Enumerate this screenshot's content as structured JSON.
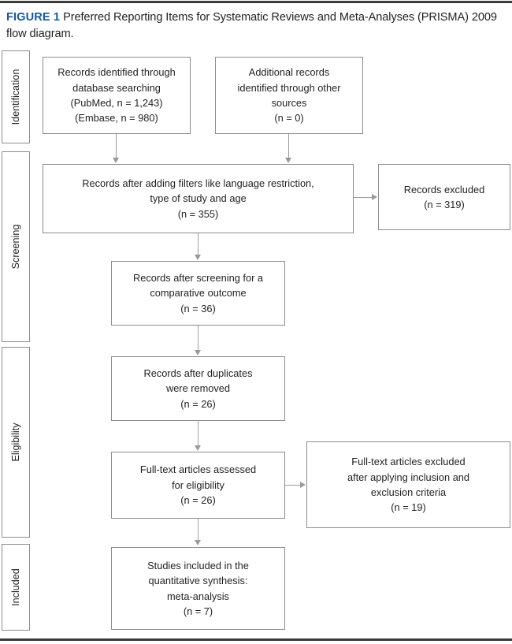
{
  "figure": {
    "number_label": "FIGURE 1",
    "caption": " Preferred Reporting Items for Systematic Reviews and Meta-Analyses (PRISMA) 2009 flow diagram.",
    "accent_color": "#1f5699",
    "line_color": "#8c8c8c",
    "text_color": "#231f20"
  },
  "phases": [
    {
      "id": "identification",
      "label": "Identification"
    },
    {
      "id": "screening",
      "label": "Screening"
    },
    {
      "id": "eligibility",
      "label": "Eligibility"
    },
    {
      "id": "included",
      "label": "Included"
    }
  ],
  "boxes": {
    "database_search": {
      "lines": [
        "Records identified through",
        "database searching",
        "(PubMed, n = 1,243)",
        "(Embase, n = 980)"
      ]
    },
    "other_sources": {
      "lines": [
        "Additional records",
        "identified through other",
        "sources",
        "(n = 0)"
      ]
    },
    "after_filters": {
      "lines": [
        "Records after adding filters like language restriction,",
        "type of study and age",
        "(n = 355)"
      ]
    },
    "records_excluded": {
      "lines": [
        "Records excluded",
        "(n = 319)"
      ]
    },
    "after_screening": {
      "lines": [
        "Records after screening for a",
        "comparative outcome",
        "(n = 36)"
      ]
    },
    "after_duplicates": {
      "lines": [
        "Records after duplicates",
        "were removed",
        "(n = 26)"
      ]
    },
    "fulltext_assessed": {
      "lines": [
        "Full-text articles assessed",
        "for eligibility",
        "(n = 26)"
      ]
    },
    "fulltext_excluded": {
      "lines": [
        "Full-text articles excluded",
        "after applying inclusion and",
        "exclusion criteria",
        "(n = 19)"
      ]
    },
    "studies_included": {
      "lines": [
        "Studies included in the",
        "quantitative synthesis:",
        "meta-analysis",
        "(n = 7)"
      ]
    }
  },
  "chart_data": {
    "type": "diagram",
    "title": "PRISMA 2009 flow diagram",
    "nodes": [
      {
        "id": "database_search",
        "phase": "Identification",
        "label": "Records identified through database searching",
        "counts": {
          "PubMed": 1243,
          "Embase": 980
        }
      },
      {
        "id": "other_sources",
        "phase": "Identification",
        "label": "Additional records identified through other sources",
        "n": 0
      },
      {
        "id": "after_filters",
        "phase": "Screening",
        "label": "Records after adding filters like language restriction, type of study and age",
        "n": 355
      },
      {
        "id": "records_excluded",
        "phase": "Screening",
        "label": "Records excluded",
        "n": 319
      },
      {
        "id": "after_screening",
        "phase": "Screening",
        "label": "Records after screening for a comparative outcome",
        "n": 36
      },
      {
        "id": "after_duplicates",
        "phase": "Eligibility",
        "label": "Records after duplicates were removed",
        "n": 26
      },
      {
        "id": "fulltext_assessed",
        "phase": "Eligibility",
        "label": "Full-text articles assessed for eligibility",
        "n": 26
      },
      {
        "id": "fulltext_excluded",
        "phase": "Eligibility",
        "label": "Full-text articles excluded after applying inclusion and exclusion criteria",
        "n": 19
      },
      {
        "id": "studies_included",
        "phase": "Included",
        "label": "Studies included in the quantitative synthesis: meta-analysis",
        "n": 7
      }
    ],
    "edges": [
      {
        "from": "database_search",
        "to": "after_filters"
      },
      {
        "from": "other_sources",
        "to": "after_filters"
      },
      {
        "from": "after_filters",
        "to": "records_excluded"
      },
      {
        "from": "after_filters",
        "to": "after_screening"
      },
      {
        "from": "after_screening",
        "to": "after_duplicates"
      },
      {
        "from": "after_duplicates",
        "to": "fulltext_assessed"
      },
      {
        "from": "fulltext_assessed",
        "to": "fulltext_excluded"
      },
      {
        "from": "fulltext_assessed",
        "to": "studies_included"
      }
    ]
  }
}
